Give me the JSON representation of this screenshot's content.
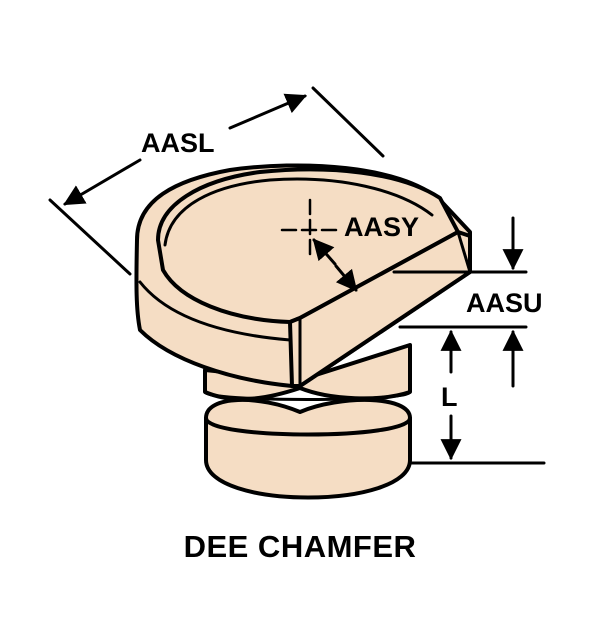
{
  "labels": {
    "length_across": "AASL",
    "chamfer_offset": "AASY",
    "chamfer_height": "AASU",
    "shank_length": "L"
  },
  "caption": "DEE CHAMFER",
  "colors": {
    "part_fill": "#f5ddc4",
    "line": "#000000",
    "background": "#ffffff"
  }
}
